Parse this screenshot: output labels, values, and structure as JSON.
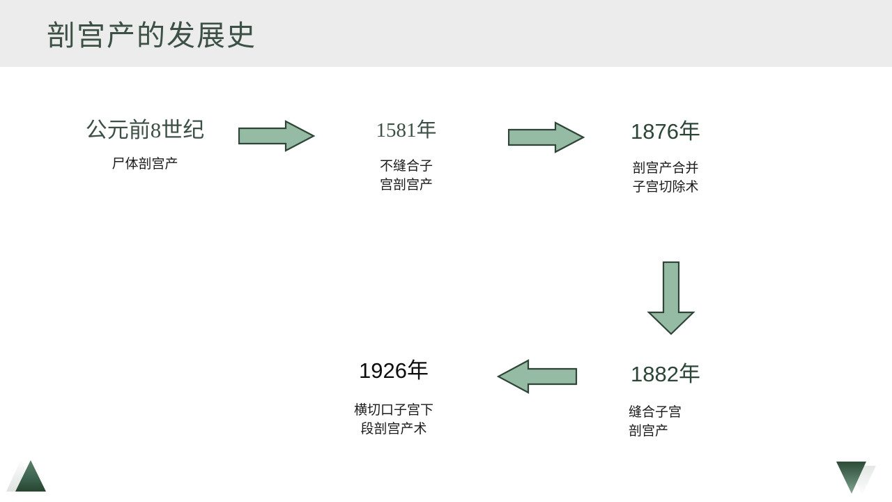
{
  "slide": {
    "title": "剖宫产的发展史",
    "background_color": "#ffffff",
    "header_band_color": "#ebeceb",
    "accent_green": "#3c5046",
    "arrow_fill": "#96bba4",
    "arrow_stroke": "#2f4538"
  },
  "timeline": {
    "nodes": [
      {
        "id": "node-1",
        "year": "公元前8世纪",
        "caption": "尸体剖宫产"
      },
      {
        "id": "node-2",
        "year": "1581年",
        "caption": "不缝合子\n宫剖宫产"
      },
      {
        "id": "node-3",
        "year": "1876年",
        "caption": "剖宫产合并\n子宫切除术"
      },
      {
        "id": "node-4",
        "year": "1926年",
        "caption": "横切口子宫下\n段剖宫产术"
      },
      {
        "id": "node-5",
        "year": "1882年",
        "caption": "缝合子宫\n剖宫产"
      }
    ],
    "arrows": [
      {
        "id": "arrow-1",
        "direction": "right",
        "from": "公元前8世纪",
        "to": "1581年"
      },
      {
        "id": "arrow-2",
        "direction": "right",
        "from": "1581年",
        "to": "1876年"
      },
      {
        "id": "arrow-3",
        "direction": "down",
        "from": "1876年",
        "to": "1882年"
      },
      {
        "id": "arrow-4",
        "direction": "left",
        "from": "1882年",
        "to": "1926年"
      }
    ]
  },
  "decorations": {
    "bottom_left": "triangle-pair-up",
    "bottom_right": "triangle-pair-down"
  }
}
